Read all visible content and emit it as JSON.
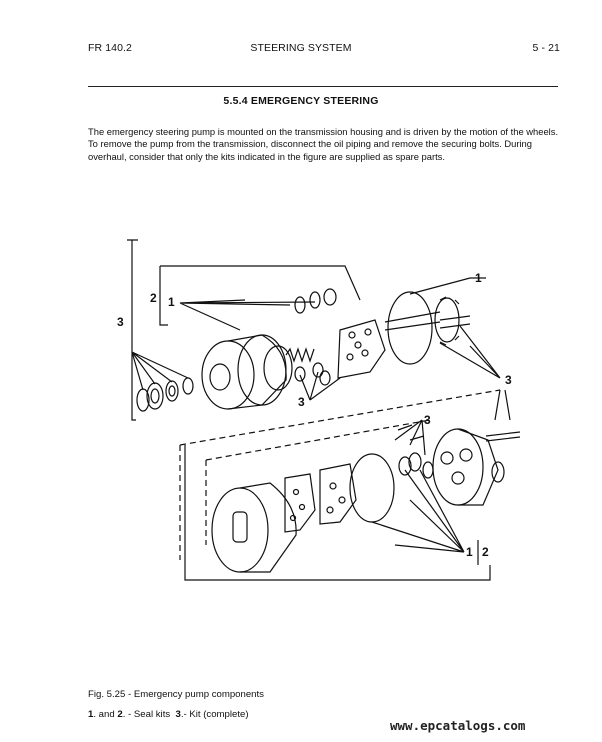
{
  "header": {
    "model": "FR 140.2",
    "chapter": "STEERING SYSTEM",
    "page": "5 - 21"
  },
  "section_title": "5.5.4 EMERGENCY STEERING",
  "intro_paragraph": "The emergency steering pump is mounted on the transmission housing and is driven by the motion of the wheels. To remove the pump from the transmission, disconnect the oil piping and remove the securing bolts. During overhaul, consider that only the kits indicated in the figure are supplied as spare parts.",
  "figure": {
    "callouts": {
      "kit": "3",
      "seal_kit_1": "1",
      "seal_kit_2": "2"
    }
  },
  "caption": "Fig. 5.25 - Emergency pump components",
  "legend": {
    "item1_num": "1",
    "item_joiner": ". and ",
    "item2_num": "2",
    "item12_text": ". - Seal kits",
    "item3_num": "3",
    "item3_text": ".- Kit (complete)"
  },
  "watermark": "www.epcatalogs.com"
}
